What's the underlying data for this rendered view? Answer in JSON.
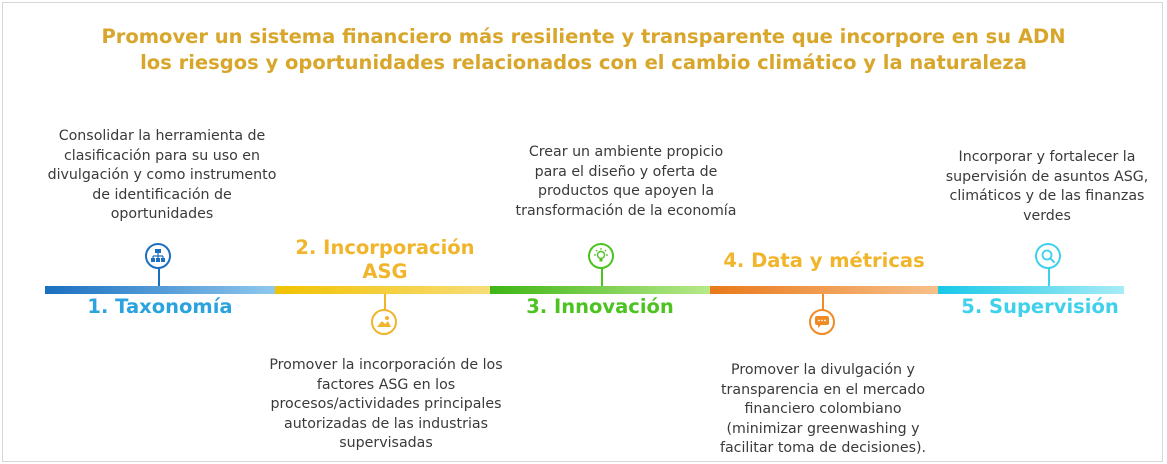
{
  "title": {
    "line1": "Promover un sistema financiero más resiliente y transparente que incorpore en su ADN",
    "line2": "los riesgos y oportunidades relacionados con el cambio climático y la naturaleza"
  },
  "stages": [
    {
      "label": "1. Taxonomía",
      "description": [
        "Consolidar la herramienta de",
        "clasificación para su uso en",
        "divulgación y como instrumento",
        "de identificación de",
        "oportunidades"
      ],
      "icon": "hierarchy-icon",
      "color": "#2aa3df"
    },
    {
      "label_lines": [
        "2. Incorporación",
        "ASG"
      ],
      "description": [
        "Promover la incorporación de los",
        "factores ASG en los",
        "procesos/actividades principales",
        "autorizadas de las industrias",
        "supervisadas"
      ],
      "icon": "landscape-icon",
      "color": "#f0b52a"
    },
    {
      "label": "3. Innovación",
      "description": [
        "Crear un ambiente propicio",
        "para el diseño y oferta de",
        "productos que apoyen  la",
        "transformación de la economía"
      ],
      "icon": "lightbulb-icon",
      "color": "#4cc320"
    },
    {
      "label": "4. Data y métricas",
      "description": [
        "Promover la divulgación y",
        "transparencia en el mercado",
        "financiero colombiano",
        "(minimizar greenwashing y",
        "facilitar toma de decisiones)."
      ],
      "icon": "chat-icon",
      "color": "#f08a24"
    },
    {
      "label": "5. Supervisión",
      "description": [
        "Incorporar y fortalecer la",
        "supervisión de asuntos ASG,",
        "climáticos y de las finanzas",
        "verdes"
      ],
      "icon": "search-icon",
      "color": "#3fd1ec"
    }
  ]
}
